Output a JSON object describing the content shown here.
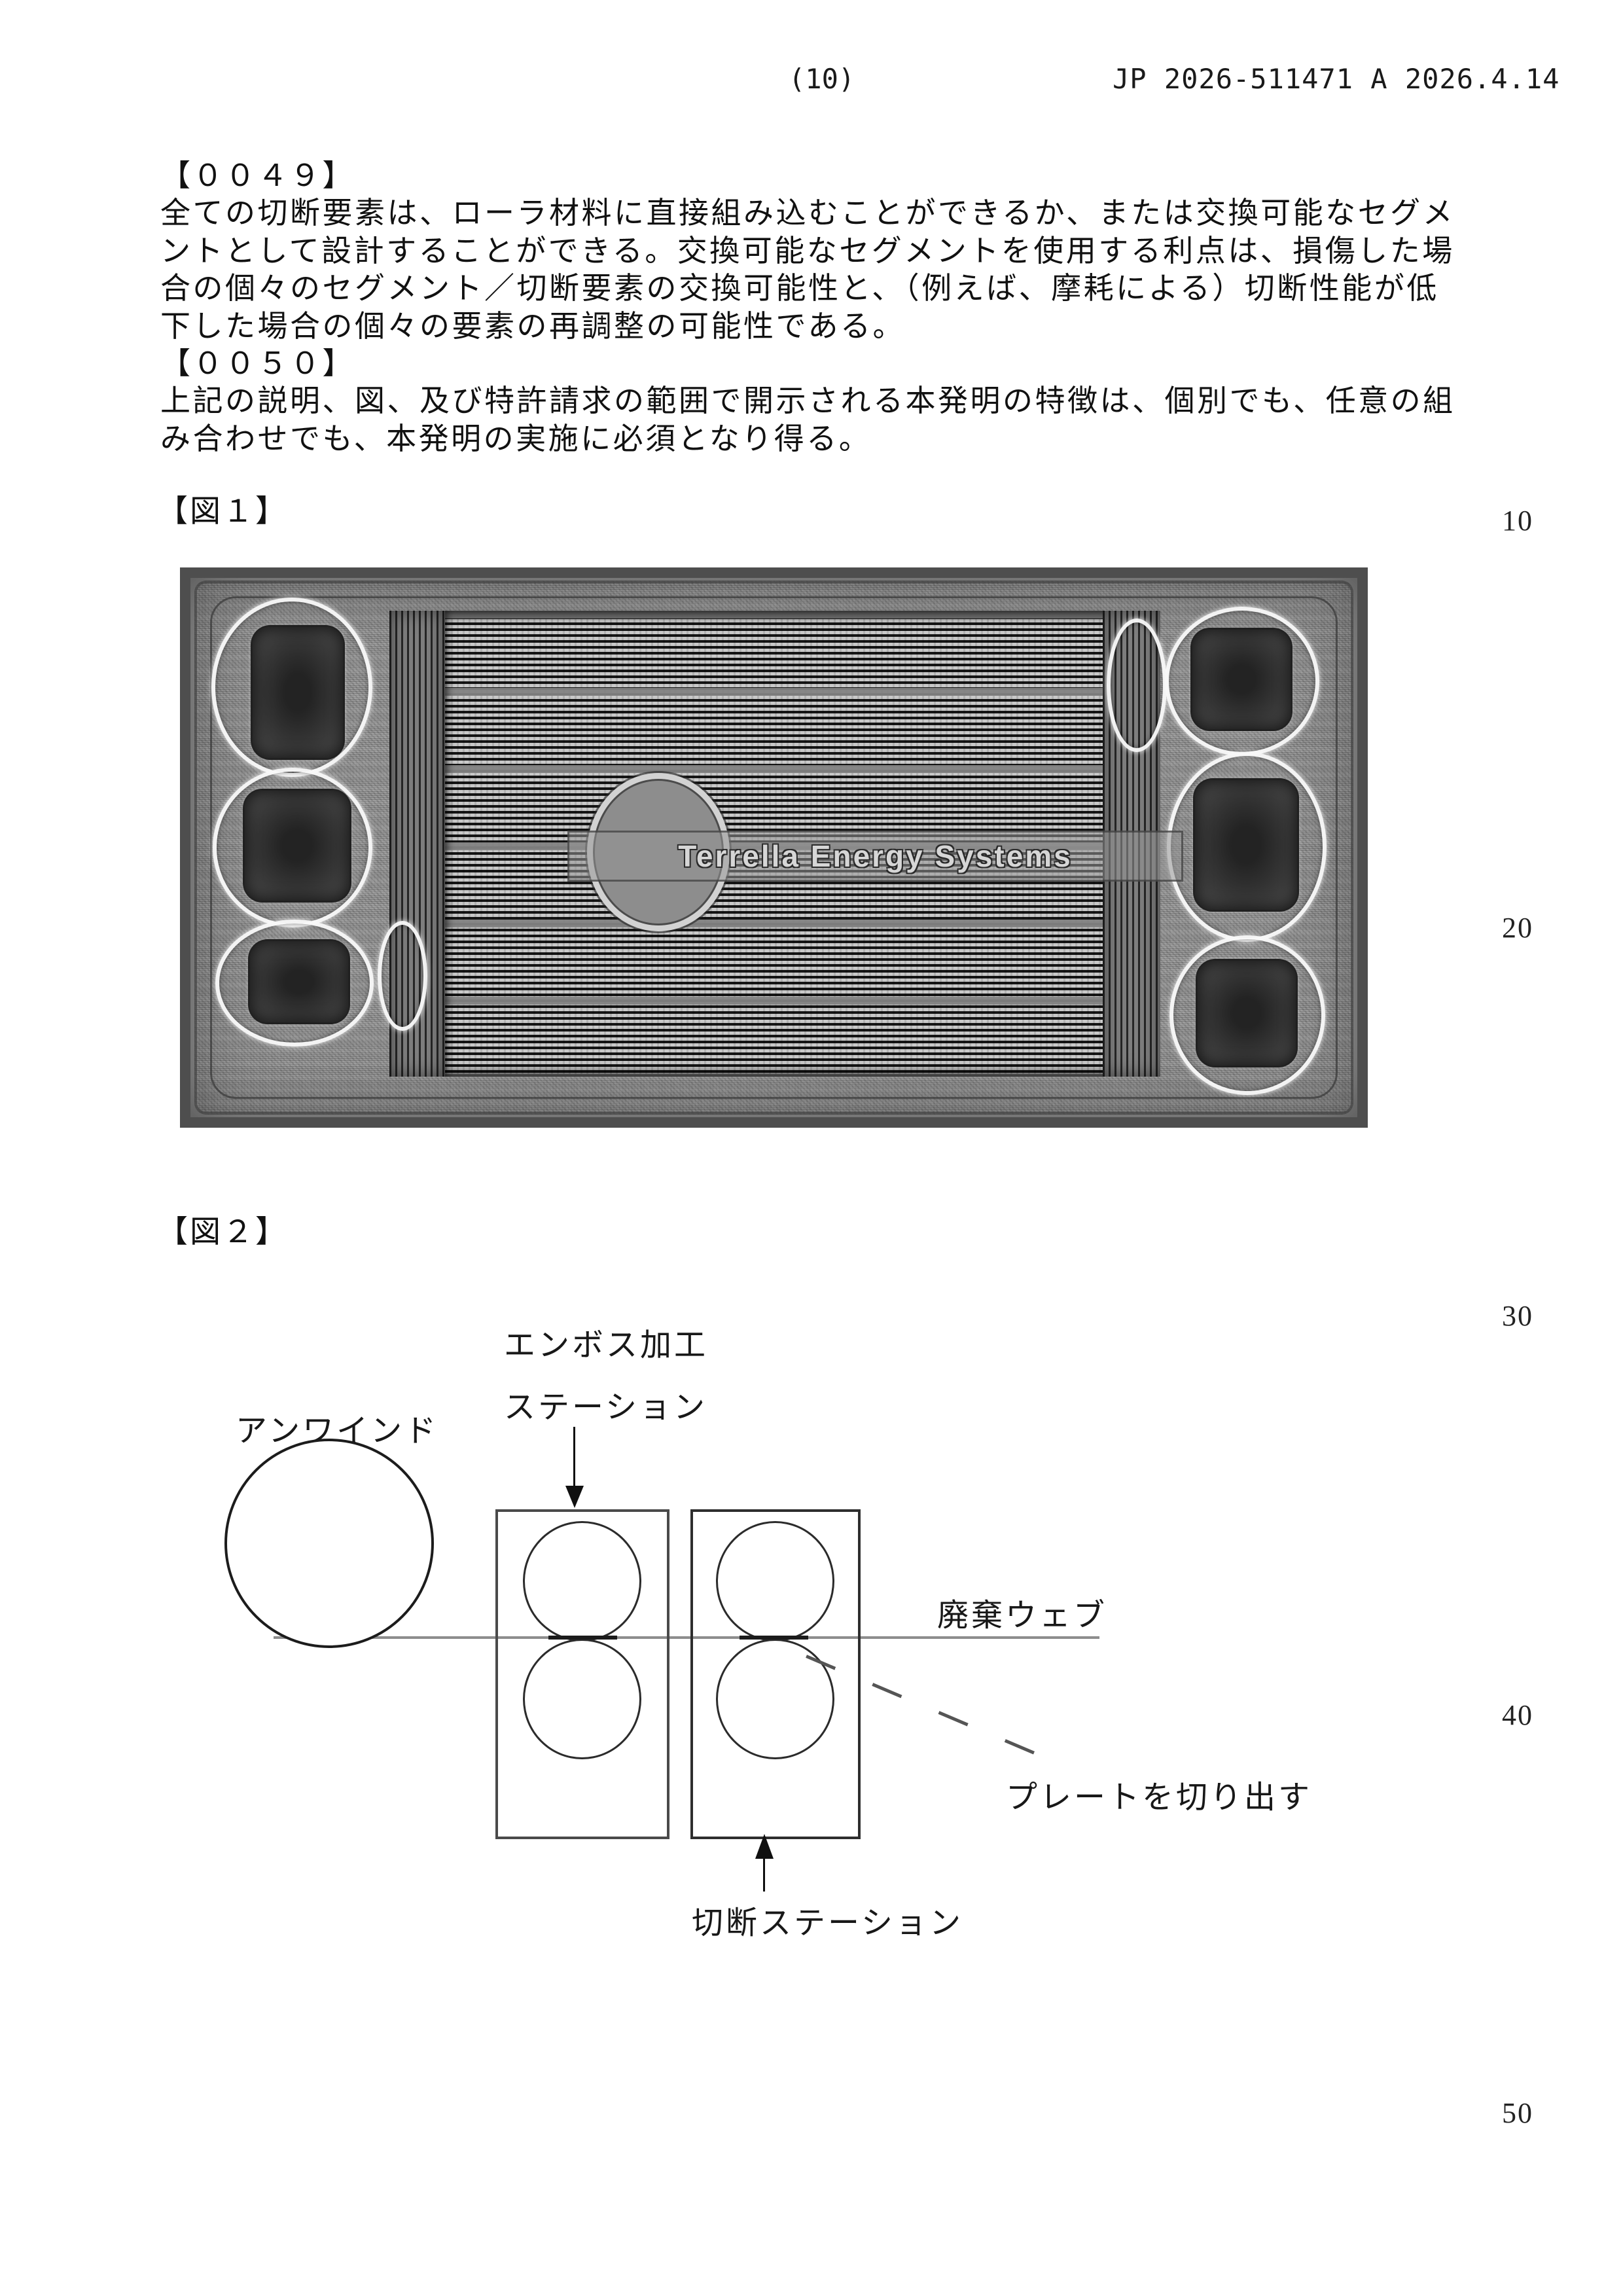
{
  "header": {
    "page_number": "(10)",
    "publication": "JP 2026-511471 A 2026.4.14"
  },
  "margin_line_numbers": [
    "10",
    "20",
    "30",
    "40",
    "50"
  ],
  "body": {
    "lines": [
      "【００４９】",
      "全ての切断要素は、ローラ材料に直接組み込むことができるか、または交換可能なセグメ",
      "ントとして設計することができる。交換可能なセグメントを使用する利点は、損傷した場",
      "合の個々のセグメント／切断要素の交換可能性と、（例えば、摩耗による）切断性能が低",
      "下した場合の個々の要素の再調整の可能性である。",
      "【００５０】",
      "上記の説明、図、及び特許請求の範囲で開示される本発明の特徴は、個別でも、任意の組",
      "み合わせでも、本発明の実施に必須となり得る。"
    ]
  },
  "figure1": {
    "label": "【図１】",
    "logo_text": "Terrella Energy Systems"
  },
  "figure2": {
    "label": "【図２】",
    "embossing_station": "エンボス加工\nステーション",
    "unwind": "アンワインド",
    "waste_web": "廃棄ウェブ",
    "cut_plate": "プレートを切り出す",
    "cutting_station": "切断ステーション"
  }
}
